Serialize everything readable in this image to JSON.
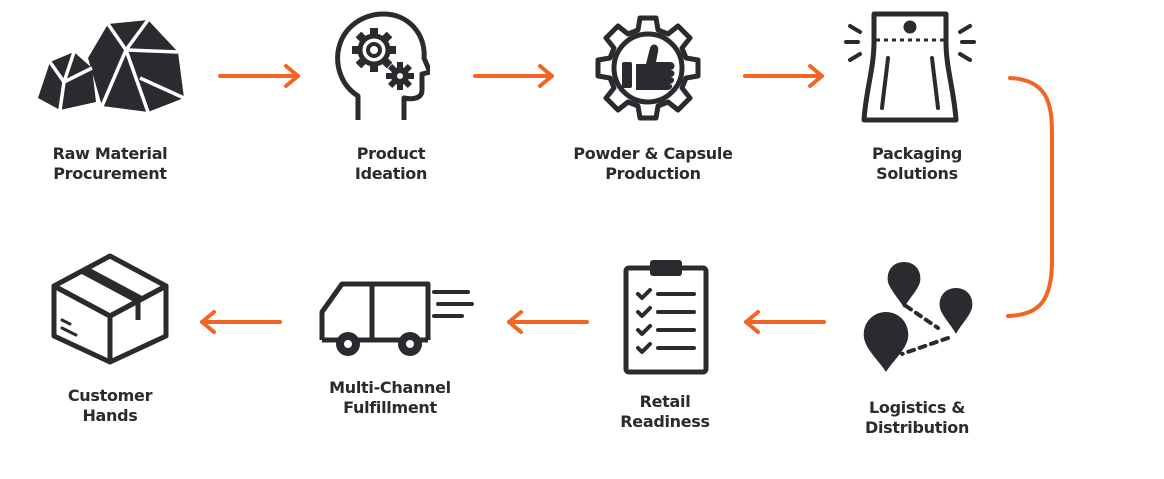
{
  "colors": {
    "ink": "#2a2b2e",
    "accent": "#f26522",
    "background": "#ffffff"
  },
  "steps": [
    {
      "line1": "Raw Material",
      "line2": "Procurement",
      "icon": "rocks-icon"
    },
    {
      "line1": "Product",
      "line2": "Ideation",
      "icon": "head-gears-icon"
    },
    {
      "line1": "Powder & Capsule",
      "line2": "Production",
      "icon": "gear-thumbs-up-icon"
    },
    {
      "line1": "Packaging",
      "line2": "Solutions",
      "icon": "pouch-icon"
    },
    {
      "line1": "Logistics &",
      "line2": "Distribution",
      "icon": "map-pins-icon"
    },
    {
      "line1": "Retail",
      "line2": "Readiness",
      "icon": "clipboard-checklist-icon"
    },
    {
      "line1": "Multi-Channel",
      "line2": "Fulfillment",
      "icon": "delivery-truck-icon"
    },
    {
      "line1": "Customer",
      "line2": "Hands",
      "icon": "box-icon"
    }
  ]
}
